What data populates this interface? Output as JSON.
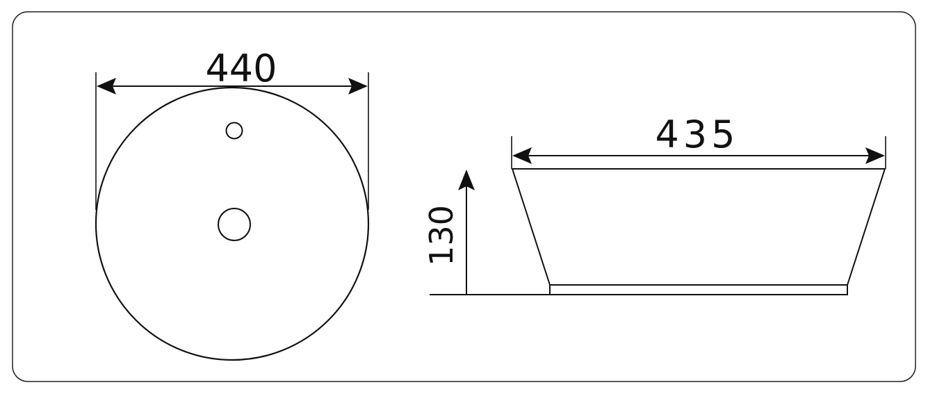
{
  "colors": {
    "line": "#111111",
    "frame": "#222222",
    "background": "#ffffff"
  },
  "top_view": {
    "width_label": "440"
  },
  "side_view": {
    "width_label": "435",
    "height_label": "130"
  }
}
